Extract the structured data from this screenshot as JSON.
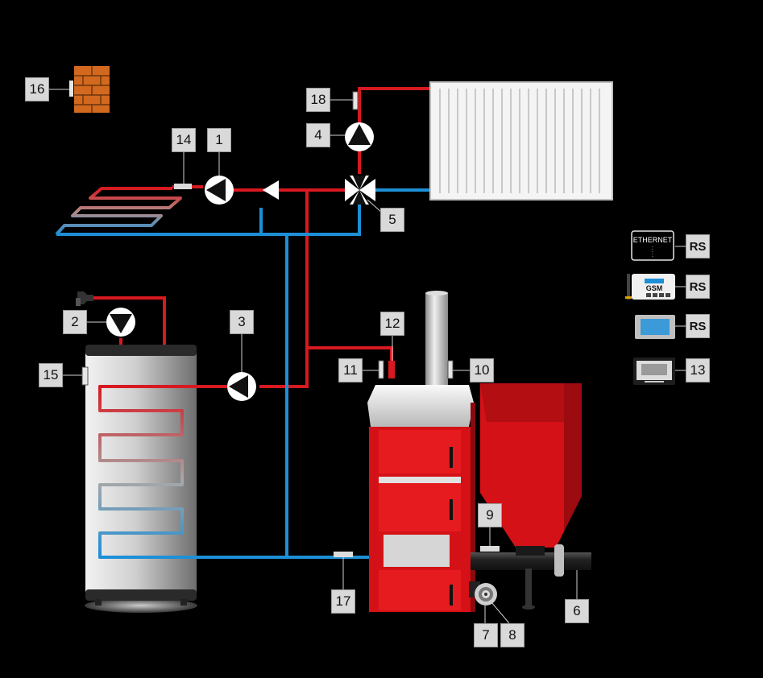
{
  "labels": {
    "n1": "1",
    "n2": "2",
    "n3": "3",
    "n4": "4",
    "n5": "5",
    "n6": "6",
    "n7": "7",
    "n8": "8",
    "n9": "9",
    "n10": "10",
    "n11": "11",
    "n12": "12",
    "n13": "13",
    "n14": "14",
    "n15": "15",
    "n16": "16",
    "n17": "17",
    "n18": "18"
  },
  "modules": {
    "ethernet_text": "ETHERNET",
    "gsm_text": "GSM",
    "rs1": "RS",
    "rs2": "RS",
    "rs3": "RS"
  },
  "colors": {
    "hot_pipe": "#d71920",
    "cold_pipe": "#1d8fd6",
    "background": "#000000",
    "boiler_red": "#d41116",
    "label_bg": "#d9d9d9",
    "wall_brick": "#d2691e"
  }
}
